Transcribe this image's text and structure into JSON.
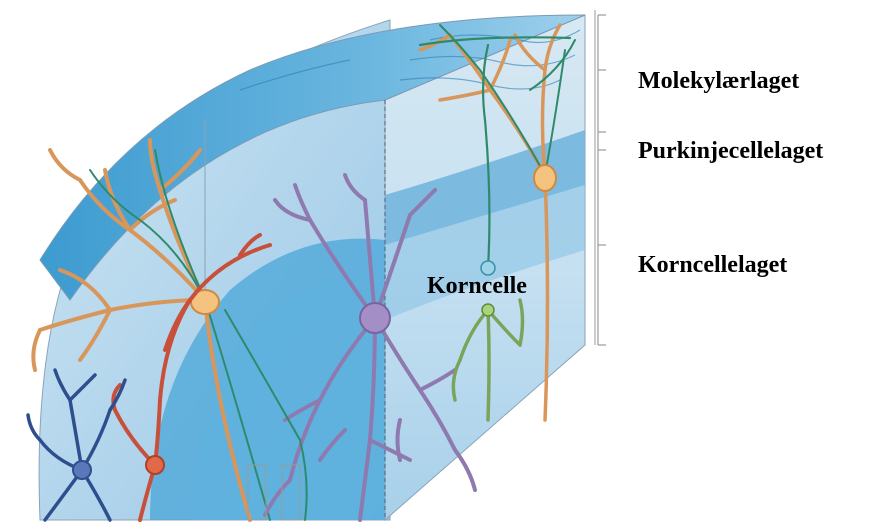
{
  "labels": {
    "molecular_layer": "Molekylærlaget",
    "purkinje_layer": "Purkinjecellelaget",
    "granular_layer": "Korncellelaget",
    "granule_cell": "Korncelle"
  },
  "colors": {
    "block_light": "#d8e9f4",
    "block_mid": "#a9cfe6",
    "granular_band": "#6fb3dc",
    "surface_top": "#3e9fd3",
    "white_matter": "#4aa6d8",
    "purkinje_orange": "#d9965a",
    "purkinje_green": "#2f8a6b",
    "basket_red": "#c8503a",
    "stellate_blue": "#2d4f8e",
    "golgi_purple": "#8f7ab0",
    "granule_green": "#7aa45a",
    "bracket_gray": "#9a9a9a"
  }
}
